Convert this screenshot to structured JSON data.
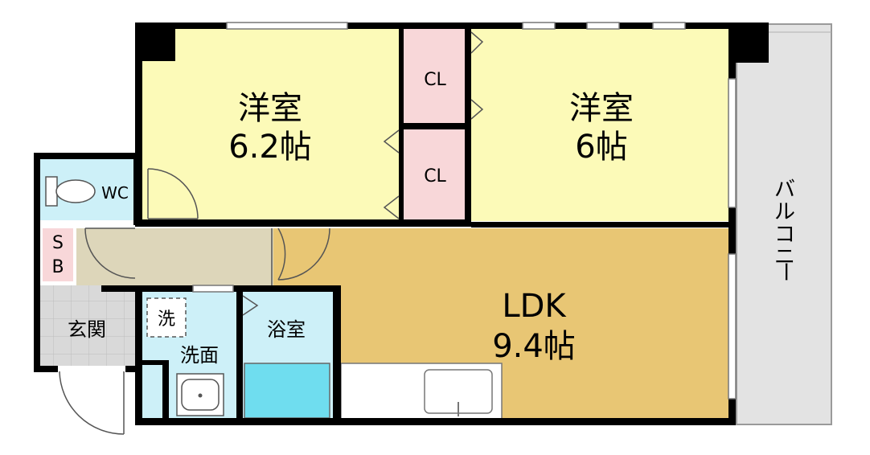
{
  "rooms": {
    "western_room_1": {
      "name": "洋室",
      "size": "6.2帖"
    },
    "western_room_2": {
      "name": "洋室",
      "size": "6帖"
    },
    "closet_1": "CL",
    "closet_2": "CL",
    "toilet": "WC",
    "shoe_box": [
      "S",
      "B"
    ],
    "entrance": "玄関",
    "washing_machine": "洗",
    "washroom": "洗面",
    "bathroom": "浴室",
    "ldk": {
      "name": "LDK",
      "size": "9.4帖"
    },
    "balcony": [
      "バ",
      "ル",
      "コ",
      "ニ",
      "ー"
    ]
  },
  "colors": {
    "western_room": "#FCFAB8",
    "closet": "#F8D7D9",
    "ldk": "#E8C674",
    "hallway": "#DDD6BA",
    "water_area": "#CDF0F8",
    "bathtub": "#6FDDEF",
    "balcony": "#E3E3E3",
    "entrance": "#D9D9D9",
    "wall": "#000000"
  }
}
